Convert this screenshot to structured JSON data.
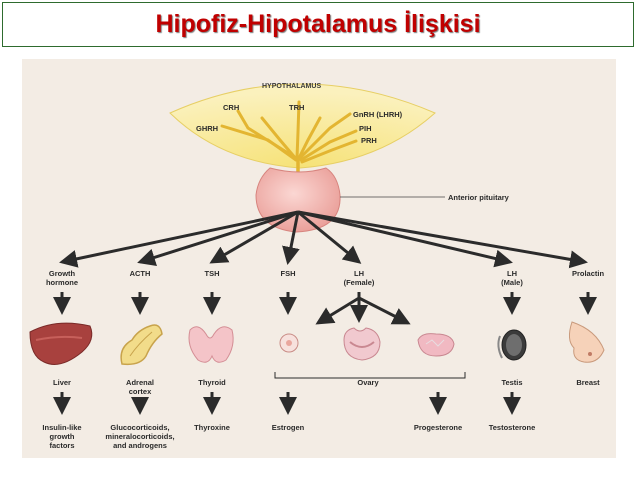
{
  "title": "Hipofiz-Hipotalamus İlişkisi",
  "hypothalamus": {
    "label": "HYPOTHALAMUS",
    "hormones": [
      "CRH",
      "TRH",
      "GnRH (LHRH)",
      "GHRH",
      "PIH",
      "PRH"
    ]
  },
  "pituitary": {
    "label": "Anterior pituitary"
  },
  "hormones": [
    {
      "name": "Growth\nhormone",
      "organ": "Liver",
      "product": "Insulin-like\ngrowth\nfactors"
    },
    {
      "name": "ACTH",
      "organ": "Adrenal\ncortex",
      "product": "Glucocorticoids,\nmineralocorticoids,\nand androgens"
    },
    {
      "name": "TSH",
      "organ": "Thyroid",
      "product": "Thyroxine"
    },
    {
      "name": "FSH",
      "organ": "",
      "product": "Estrogen"
    },
    {
      "name": "LH\n(Female)",
      "organ": "Ovary",
      "product": "Progesterone"
    },
    {
      "name": "LH\n(Male)",
      "organ": "Testis",
      "product": "Testosterone"
    },
    {
      "name": "Prolactin",
      "organ": "Breast",
      "product": ""
    }
  ],
  "colors": {
    "title": "#c00000",
    "panel": "#f3ece4",
    "hypothalamus": "#f8e88a",
    "pituitary": "#f3b9b4",
    "arrow": "#2b2b2b",
    "neuron": "#e3b531"
  }
}
